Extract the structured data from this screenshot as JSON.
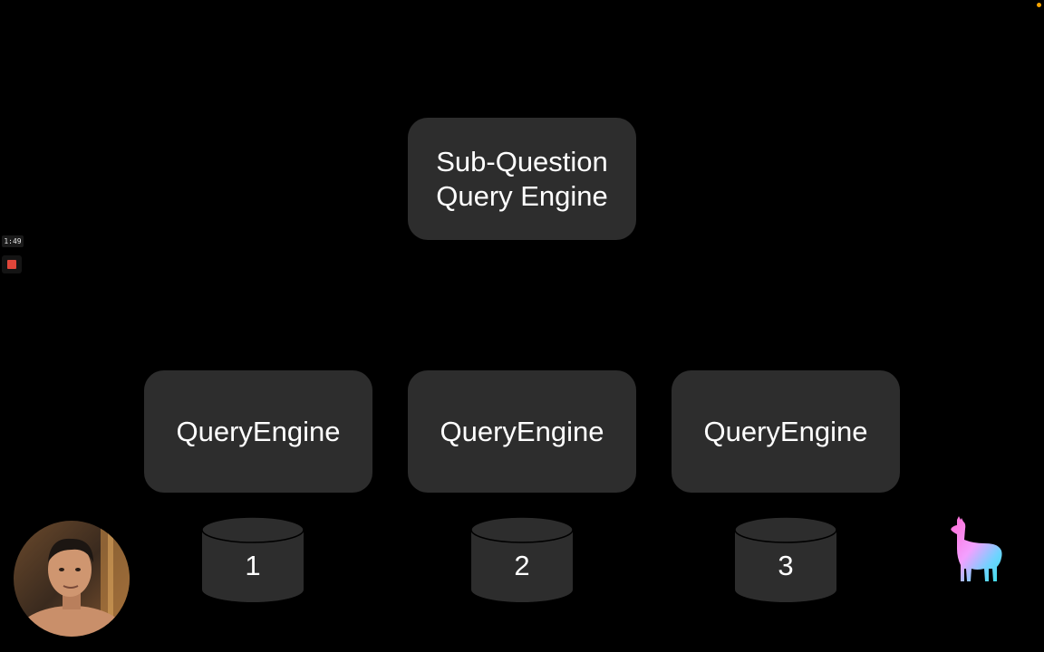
{
  "diagram": {
    "root": {
      "lines": [
        "Sub-Question",
        "Query Engine"
      ]
    },
    "engines": [
      {
        "label": "QueryEngine"
      },
      {
        "label": "QueryEngine"
      },
      {
        "label": "QueryEngine"
      }
    ],
    "data_sources": [
      {
        "label": "1"
      },
      {
        "label": "2"
      },
      {
        "label": "3"
      }
    ]
  },
  "recording": {
    "timer": "1:49",
    "record_icon": "stop-square-icon",
    "record_color": "#e0463a"
  },
  "overlay": {
    "webcam_icon": "presenter-webcam",
    "logo_icon": "llama-logo-icon",
    "status_color": "#f5a300"
  },
  "colors": {
    "background": "#000000",
    "node_fill": "#2d2d2d",
    "text": "#ffffff"
  }
}
